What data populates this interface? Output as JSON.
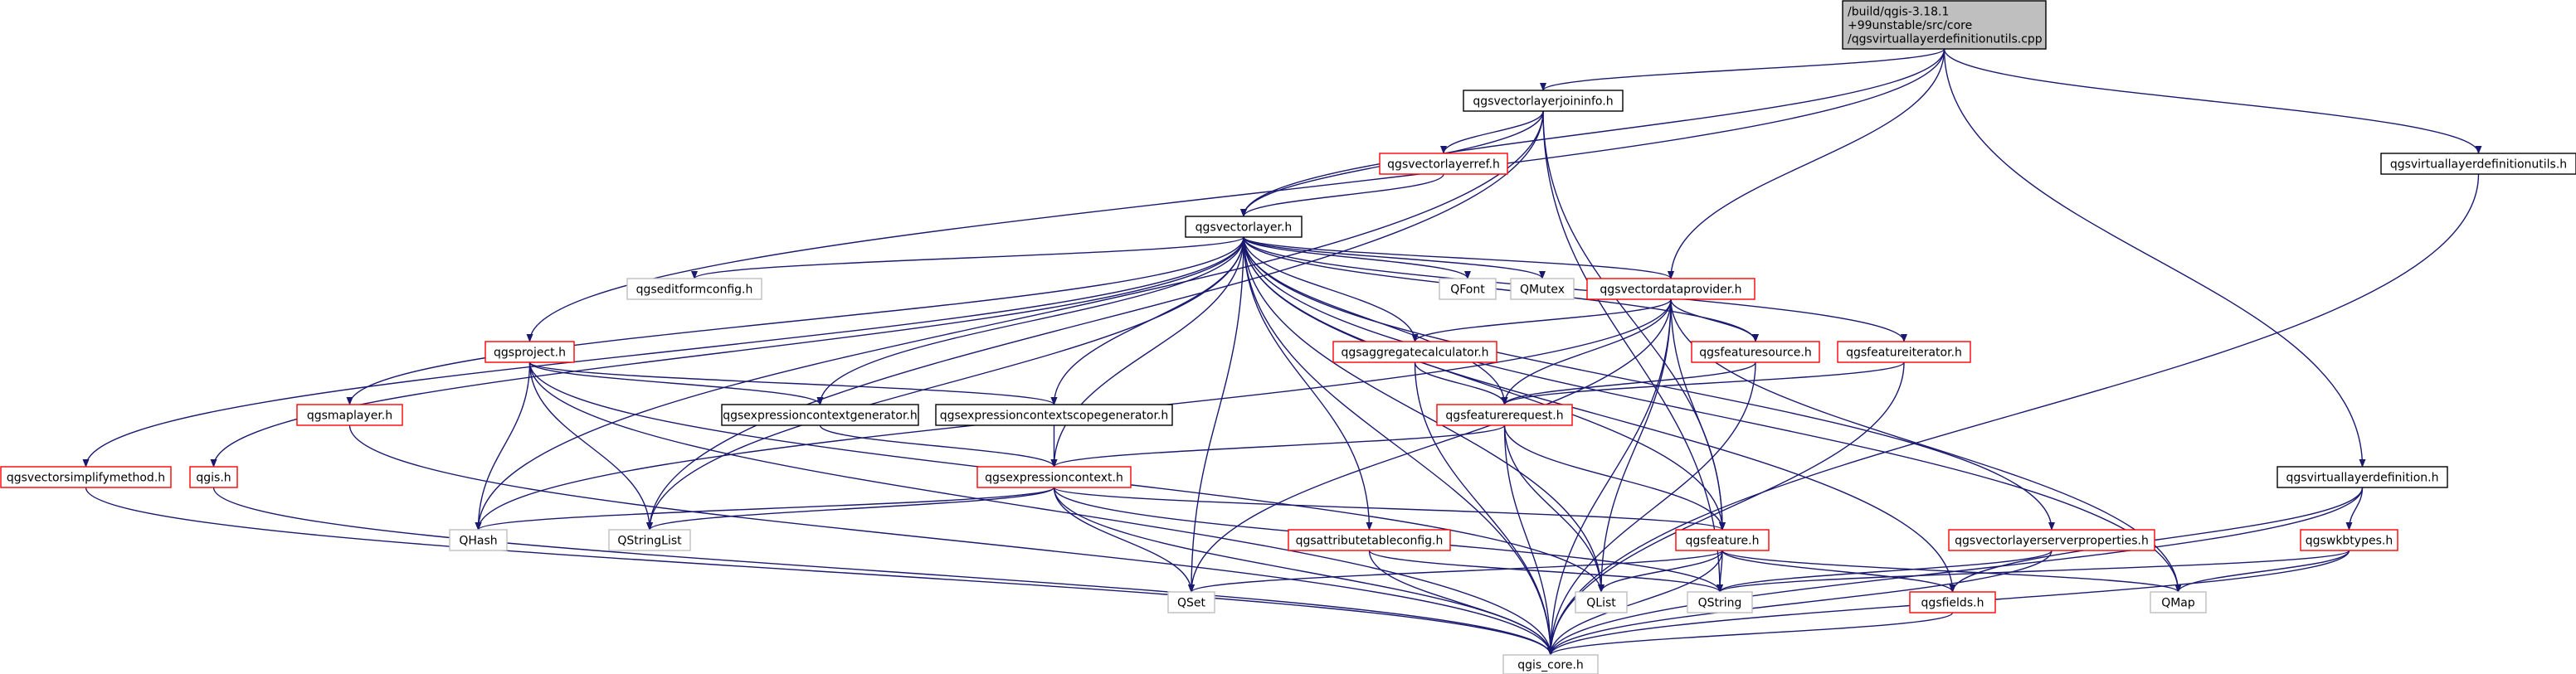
{
  "colors": {
    "edge": "#191970",
    "root_fill": "#bfbfbf",
    "root_stroke": "#000000",
    "documented_stroke": "#000000",
    "undocumented_stroke": "#ff0000",
    "external_stroke": "#bfbfbf",
    "node_fill": "#ffffff"
  },
  "nodes": {
    "root": {
      "lines": [
        "/build/qgis-3.18.1",
        "+99unstable/src/core",
        "/qgsvirtuallayerdefinitionutils.cpp"
      ],
      "kind": "root"
    },
    "joininfo": {
      "lines": [
        "qgsvectorlayerjoininfo.h"
      ],
      "kind": "documented"
    },
    "vdutils_h": {
      "lines": [
        "qgsvirtuallayerdefinitionutils.h"
      ],
      "kind": "documented"
    },
    "layerref": {
      "lines": [
        "qgsvectorlayerref.h"
      ],
      "kind": "undocumented"
    },
    "vectorlayer": {
      "lines": [
        "qgsvectorlayer.h"
      ],
      "kind": "documented"
    },
    "editform": {
      "lines": [
        "qgseditformconfig.h"
      ],
      "kind": "external"
    },
    "qfont": {
      "lines": [
        "QFont"
      ],
      "kind": "external"
    },
    "qmutex": {
      "lines": [
        "QMutex"
      ],
      "kind": "external"
    },
    "dataprovider": {
      "lines": [
        "qgsvectordataprovider.h"
      ],
      "kind": "undocumented"
    },
    "project": {
      "lines": [
        "qgsproject.h"
      ],
      "kind": "undocumented"
    },
    "aggcalc": {
      "lines": [
        "qgsaggregatecalculator.h"
      ],
      "kind": "undocumented"
    },
    "featsource": {
      "lines": [
        "qgsfeaturesource.h"
      ],
      "kind": "undocumented"
    },
    "featiter": {
      "lines": [
        "qgsfeatureiterator.h"
      ],
      "kind": "undocumented"
    },
    "mapplayer": {
      "lines": [
        "qgsmaplayer.h"
      ],
      "kind": "undocumented"
    },
    "ctxgen": {
      "lines": [
        "qgsexpressioncontextgenerator.h"
      ],
      "kind": "documented"
    },
    "scopegen": {
      "lines": [
        "qgsexpressioncontextscopegenerator.h"
      ],
      "kind": "documented"
    },
    "featreq": {
      "lines": [
        "qgsfeaturerequest.h"
      ],
      "kind": "undocumented"
    },
    "simplify": {
      "lines": [
        "qgsvectorsimplifymethod.h"
      ],
      "kind": "undocumented"
    },
    "qgis": {
      "lines": [
        "qgis.h"
      ],
      "kind": "undocumented"
    },
    "exprctx": {
      "lines": [
        "qgsexpressioncontext.h"
      ],
      "kind": "undocumented"
    },
    "vldef": {
      "lines": [
        "qgsvirtuallayerdefinition.h"
      ],
      "kind": "documented"
    },
    "qhash": {
      "lines": [
        "QHash"
      ],
      "kind": "external"
    },
    "qstringlist": {
      "lines": [
        "QStringList"
      ],
      "kind": "external"
    },
    "attrtable": {
      "lines": [
        "qgsattributetableconfig.h"
      ],
      "kind": "undocumented"
    },
    "feature": {
      "lines": [
        "qgsfeature.h"
      ],
      "kind": "undocumented"
    },
    "serverprops": {
      "lines": [
        "qgsvectorlayerserverproperties.h"
      ],
      "kind": "undocumented"
    },
    "wkbtypes": {
      "lines": [
        "qgswkbtypes.h"
      ],
      "kind": "undocumented"
    },
    "qset": {
      "lines": [
        "QSet"
      ],
      "kind": "external"
    },
    "qlist": {
      "lines": [
        "QList"
      ],
      "kind": "external"
    },
    "qstring": {
      "lines": [
        "QString"
      ],
      "kind": "external"
    },
    "fields": {
      "lines": [
        "qgsfields.h"
      ],
      "kind": "undocumented"
    },
    "qmap": {
      "lines": [
        "QMap"
      ],
      "kind": "external"
    },
    "core": {
      "lines": [
        "qgis_core.h"
      ],
      "kind": "external"
    }
  },
  "edges": [
    [
      "root",
      "joininfo"
    ],
    [
      "root",
      "vdutils_h"
    ],
    [
      "root",
      "vectorlayer"
    ],
    [
      "root",
      "dataprovider"
    ],
    [
      "root",
      "project"
    ],
    [
      "root",
      "vldef"
    ],
    [
      "joininfo",
      "layerref"
    ],
    [
      "joininfo",
      "vectorlayer"
    ],
    [
      "joininfo",
      "qhash"
    ],
    [
      "joininfo",
      "qstringlist"
    ],
    [
      "joininfo",
      "feature"
    ],
    [
      "joininfo",
      "qstring"
    ],
    [
      "layerref",
      "vectorlayer"
    ],
    [
      "vdutils_h",
      "core"
    ],
    [
      "vectorlayer",
      "editform"
    ],
    [
      "vectorlayer",
      "qfont"
    ],
    [
      "vectorlayer",
      "qmutex"
    ],
    [
      "vectorlayer",
      "dataprovider"
    ],
    [
      "vectorlayer",
      "aggcalc"
    ],
    [
      "vectorlayer",
      "featsource"
    ],
    [
      "vectorlayer",
      "featiter"
    ],
    [
      "vectorlayer",
      "mapplayer"
    ],
    [
      "vectorlayer",
      "ctxgen"
    ],
    [
      "vectorlayer",
      "scopegen"
    ],
    [
      "vectorlayer",
      "featreq"
    ],
    [
      "vectorlayer",
      "simplify"
    ],
    [
      "vectorlayer",
      "qgis"
    ],
    [
      "vectorlayer",
      "exprctx"
    ],
    [
      "vectorlayer",
      "qstringlist"
    ],
    [
      "vectorlayer",
      "attrtable"
    ],
    [
      "vectorlayer",
      "feature"
    ],
    [
      "vectorlayer",
      "serverprops"
    ],
    [
      "vectorlayer",
      "qset"
    ],
    [
      "vectorlayer",
      "qlist"
    ],
    [
      "vectorlayer",
      "fields"
    ],
    [
      "vectorlayer",
      "qmap"
    ],
    [
      "vectorlayer",
      "core"
    ],
    [
      "dataprovider",
      "qhash"
    ],
    [
      "dataprovider",
      "aggcalc"
    ],
    [
      "dataprovider",
      "featsource"
    ],
    [
      "dataprovider",
      "featreq"
    ],
    [
      "dataprovider",
      "feature"
    ],
    [
      "dataprovider",
      "qset"
    ],
    [
      "dataprovider",
      "qlist"
    ],
    [
      "dataprovider",
      "qmap"
    ],
    [
      "dataprovider",
      "core"
    ],
    [
      "project",
      "ctxgen"
    ],
    [
      "project",
      "scopegen"
    ],
    [
      "project",
      "qhash"
    ],
    [
      "project",
      "qstringlist"
    ],
    [
      "project",
      "qlist"
    ],
    [
      "project",
      "core"
    ],
    [
      "aggcalc",
      "featreq"
    ],
    [
      "aggcalc",
      "core"
    ],
    [
      "featsource",
      "featreq"
    ],
    [
      "featsource",
      "core"
    ],
    [
      "featiter",
      "featreq"
    ],
    [
      "featiter",
      "core"
    ],
    [
      "mapplayer",
      "core"
    ],
    [
      "ctxgen",
      "exprctx"
    ],
    [
      "scopegen",
      "exprctx"
    ],
    [
      "featreq",
      "exprctx"
    ],
    [
      "featreq",
      "feature"
    ],
    [
      "featreq",
      "qlist"
    ],
    [
      "featreq",
      "core"
    ],
    [
      "simplify",
      "core"
    ],
    [
      "qgis",
      "core"
    ],
    [
      "exprctx",
      "qhash"
    ],
    [
      "exprctx",
      "qstringlist"
    ],
    [
      "exprctx",
      "qset"
    ],
    [
      "exprctx",
      "feature"
    ],
    [
      "exprctx",
      "qstring"
    ],
    [
      "exprctx",
      "core"
    ],
    [
      "attrtable",
      "qstring"
    ],
    [
      "attrtable",
      "core"
    ],
    [
      "feature",
      "qset"
    ],
    [
      "feature",
      "qlist"
    ],
    [
      "feature",
      "qstring"
    ],
    [
      "feature",
      "fields"
    ],
    [
      "feature",
      "qmap"
    ],
    [
      "feature",
      "core"
    ],
    [
      "serverprops",
      "qstring"
    ],
    [
      "serverprops",
      "core"
    ],
    [
      "vldef",
      "wkbtypes"
    ],
    [
      "vldef",
      "fields"
    ],
    [
      "vldef",
      "core"
    ],
    [
      "wkbtypes",
      "qstring"
    ],
    [
      "wkbtypes",
      "qmap"
    ],
    [
      "wkbtypes",
      "core"
    ],
    [
      "fields",
      "core"
    ]
  ]
}
